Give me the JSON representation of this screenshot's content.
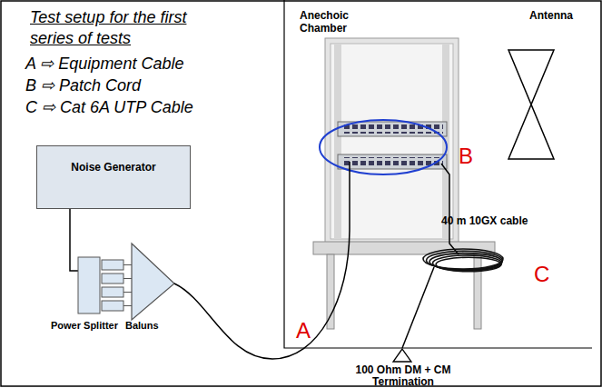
{
  "diagram": {
    "title": "Test setup for the first series of tests",
    "nodes": [
      {
        "text": [
          "Noise Generator"
        ]
      }
    ],
    "labels": [
      "A ⇨ Equipment Cable",
      "B ⇨ Patch Cord",
      "C ⇨ Cat 6A UTP Cable",
      "Anechoic Chamber",
      "Antenna",
      "B",
      "40 m 10GX cable",
      "C",
      "Power Splitter",
      "Baluns",
      "A",
      "100 Ohm DM + CM Termination"
    ]
  }
}
